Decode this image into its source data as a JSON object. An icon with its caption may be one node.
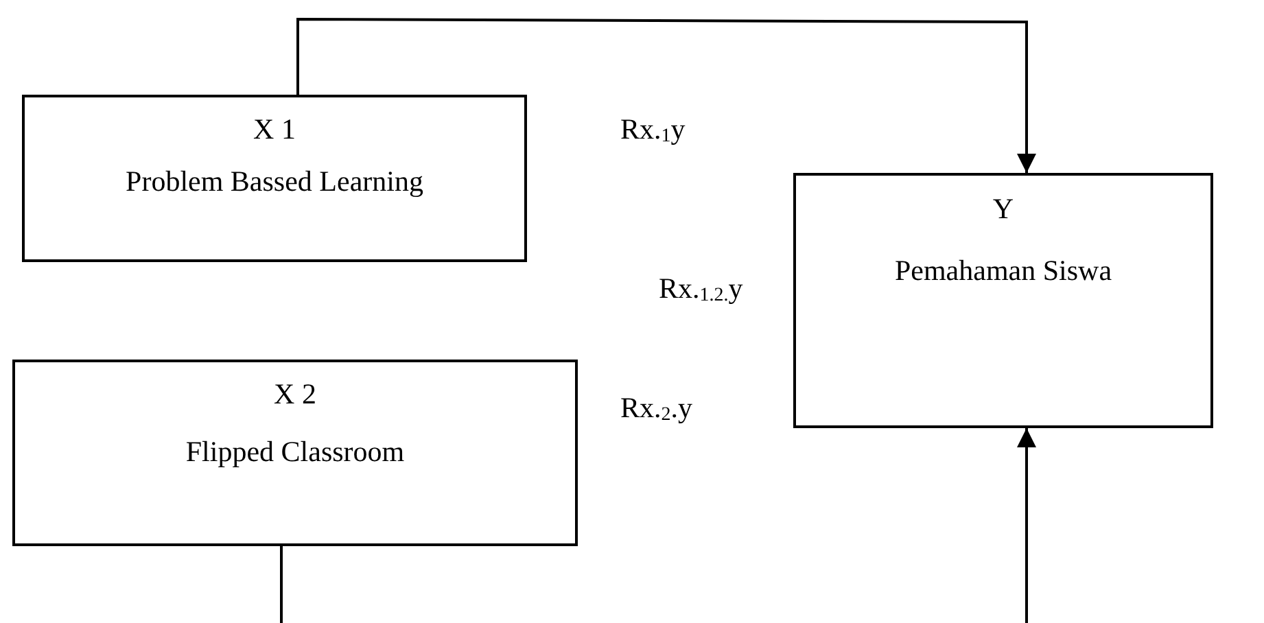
{
  "diagram": {
    "nodes": [
      {
        "text": [
          "X 1",
          "Problem Bassed Learning"
        ]
      },
      {
        "text": [
          "X 2",
          "Flipped Classroom"
        ]
      },
      {
        "text": [
          "Y",
          "Pemahaman Siswa"
        ]
      }
    ],
    "edges": [
      {
        "from": 0,
        "to": 2,
        "arrow": "to"
      },
      {
        "from": 1,
        "to": 2,
        "arrow": "to"
      }
    ],
    "labels": [
      "Rx.$_{1}$y",
      "Rx.$_{1.2.}$y",
      "Rx.$_{2}$.y"
    ]
  }
}
